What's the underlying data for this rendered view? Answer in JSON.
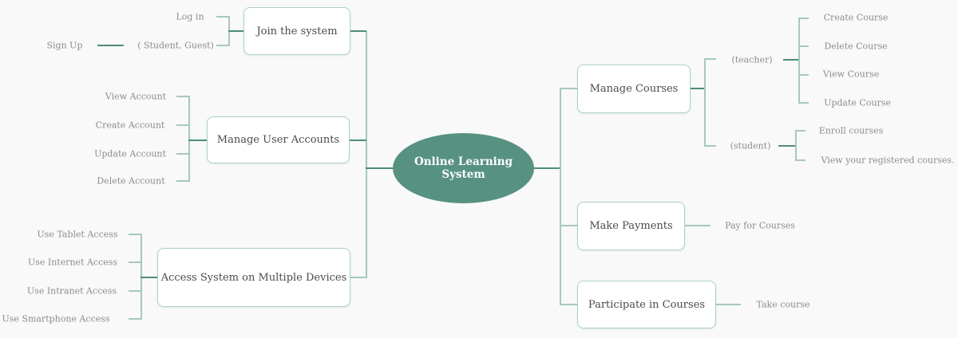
{
  "diagram": {
    "root": {
      "label": "Online Learning System"
    },
    "left": [
      {
        "label": "Join the system",
        "children": [
          {
            "label": "Log in"
          },
          {
            "label": "( Student, Guest)",
            "children": [
              {
                "label": "Sign Up"
              }
            ]
          }
        ]
      },
      {
        "label": "Manage User Accounts",
        "children": [
          {
            "label": "View Account"
          },
          {
            "label": "Create Account"
          },
          {
            "label": "Update Account"
          },
          {
            "label": "Delete Account"
          }
        ]
      },
      {
        "label": "Access System on Multiple Devices",
        "children": [
          {
            "label": "Use Tablet Access"
          },
          {
            "label": "Use Internet Access"
          },
          {
            "label": "Use Intranet Access"
          },
          {
            "label": "Use Smartphone Access"
          }
        ]
      }
    ],
    "right": [
      {
        "label": "Manage Courses",
        "children": [
          {
            "label": "(teacher)",
            "children": [
              {
                "label": "Create Course"
              },
              {
                "label": "Delete Course"
              },
              {
                "label": "View Course"
              },
              {
                "label": "Update Course"
              }
            ]
          },
          {
            "label": "(student)",
            "children": [
              {
                "label": "Enroll courses"
              },
              {
                "label": "View your registered courses."
              }
            ]
          }
        ]
      },
      {
        "label": "Make Payments",
        "children": [
          {
            "label": "Pay for Courses"
          }
        ]
      },
      {
        "label": "Participate in Courses",
        "children": [
          {
            "label": "Take course"
          }
        ]
      }
    ]
  },
  "colors": {
    "background": "#f8f9f8",
    "root_fill": "#579181",
    "root_text": "#ffffff",
    "line_light": "#a6c8bf",
    "line_dark": "#4e8c7d",
    "box_border": "#aed0c7",
    "box_text": "#4b4b4b",
    "leaf_text": "#8c8c8c"
  }
}
